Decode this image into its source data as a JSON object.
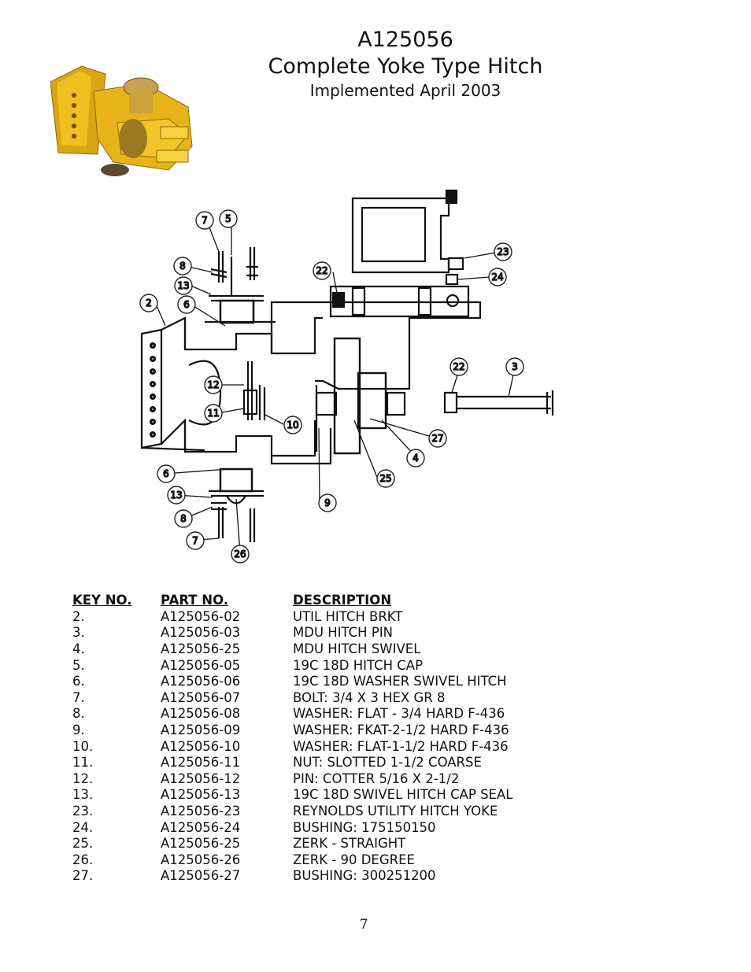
{
  "header": {
    "part_number": "A125056",
    "title": "Complete Yoke Type Hitch",
    "subtitle": "Implemented April 2003"
  },
  "photo": {
    "icon": "yellow-yoke-hitch-photo"
  },
  "diagram": {
    "callouts": [
      "7",
      "5",
      "8",
      "13",
      "2",
      "6",
      "22",
      "23",
      "24",
      "12",
      "11",
      "10",
      "22",
      "3",
      "27",
      "4",
      "25",
      "9",
      "6",
      "13",
      "8",
      "7",
      "26"
    ]
  },
  "parts_table": {
    "headers": {
      "key": "KEY NO.",
      "part": "PART NO.",
      "description": "DESCRIPTION"
    },
    "rows": [
      {
        "key": "2.",
        "part": "A125056-02",
        "description": "UTIL HITCH BRKT"
      },
      {
        "key": "3.",
        "part": "A125056-03",
        "description": "MDU HITCH PIN"
      },
      {
        "key": "4.",
        "part": "A125056-25",
        "description": "MDU HITCH SWIVEL"
      },
      {
        "key": "5.",
        "part": "A125056-05",
        "description": "19C 18D HITCH CAP"
      },
      {
        "key": "6.",
        "part": "A125056-06",
        "description": "19C 18D WASHER SWIVEL HITCH"
      },
      {
        "key": "7.",
        "part": "A125056-07",
        "description": "BOLT:  3/4 X 3 HEX GR 8"
      },
      {
        "key": "8.",
        "part": "A125056-08",
        "description": "WASHER: FLAT - 3/4 HARD F-436"
      },
      {
        "key": "9.",
        "part": "A125056-09",
        "description": "WASHER: FKAT-2-1/2 HARD F-436"
      },
      {
        "key": "10.",
        "part": "A125056-10",
        "description": "WASHER: FLAT-1-1/2 HARD F-436"
      },
      {
        "key": "11.",
        "part": "A125056-11",
        "description": "NUT: SLOTTED 1-1/2 COARSE"
      },
      {
        "key": "12.",
        "part": "A125056-12",
        "description": "PIN: COTTER 5/16 X 2-1/2"
      },
      {
        "key": "13.",
        "part": "A125056-13",
        "description": "19C 18D SWIVEL HITCH CAP SEAL"
      },
      {
        "key": "23.",
        "part": "A125056-23",
        "description": "REYNOLDS UTILITY HITCH YOKE"
      },
      {
        "key": "24.",
        "part": "A125056-24",
        "description": "BUSHING: 175150150"
      },
      {
        "key": "25.",
        "part": "A125056-25",
        "description": "ZERK - STRAIGHT"
      },
      {
        "key": "26.",
        "part": "A125056-26",
        "description": "ZERK - 90 DEGREE"
      },
      {
        "key": "27.",
        "part": "A125056-27",
        "description": "BUSHING: 300251200"
      }
    ]
  },
  "footer": {
    "page_number": "7"
  }
}
